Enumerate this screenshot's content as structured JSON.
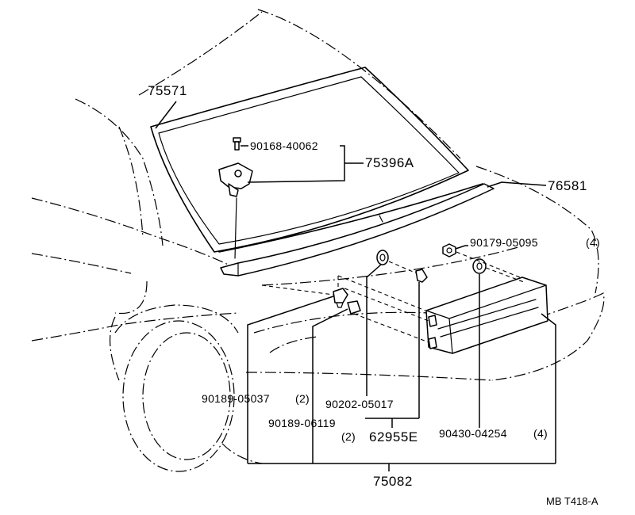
{
  "diagram": {
    "labels": {
      "p75571": "75571",
      "p90168": "90168-40062",
      "p75396A": "75396A",
      "p76581": "76581",
      "p90179": "90179-05095",
      "p90179_qty": "(4)",
      "p90189_05037": "90189-05037",
      "p90189_05037_qty": "(2)",
      "p90202": "90202-05017",
      "p90189_06119": "90189-06119",
      "p90189_06119_qty": "(2)",
      "p62955E": "62955E",
      "p90430": "90430-04254",
      "p90430_qty": "(4)",
      "p75082": "75082",
      "ref": "MB T418-A"
    }
  }
}
